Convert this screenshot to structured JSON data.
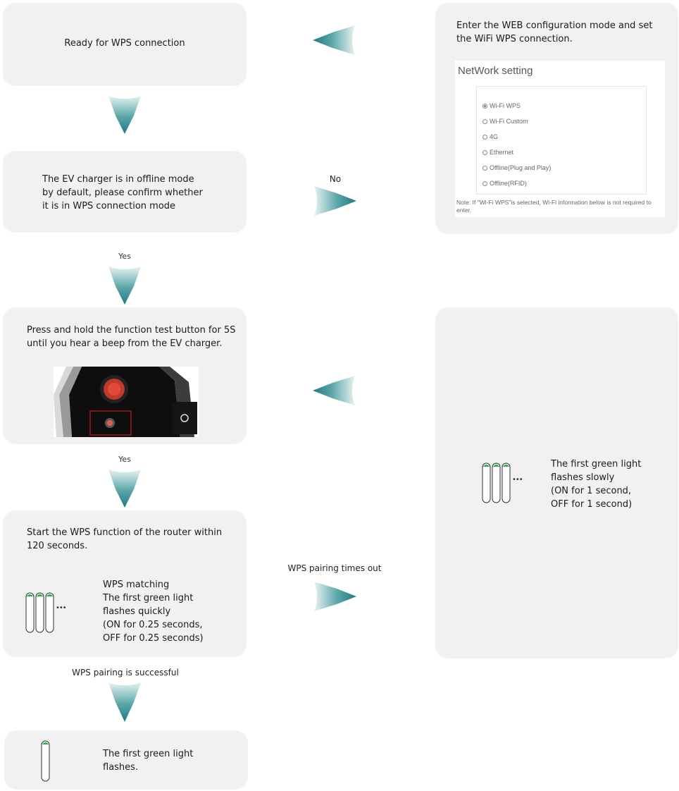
{
  "colors": {
    "box": "#f1f1f1",
    "teal": "#1f7a80",
    "green": "#2bb04a"
  },
  "steps": {
    "ready": "Ready for WPS connection",
    "offline_check": [
      "The EV charger is in offline mode",
      "by default, please confirm whether",
      "it is in WPS connection mode"
    ],
    "press_hold": [
      "Press and hold the function test button for 5S",
      "until you hear a beep from the EV charger."
    ],
    "start_wps": [
      "Start the WPS function of the router within",
      "120 seconds."
    ],
    "wps_matching": [
      "WPS matching",
      "The first green light",
      "flashes quickly",
      "(ON for 0.25 seconds,",
      "OFF for 0.25 seconds)"
    ],
    "flashes": [
      "The first green light",
      "flashes."
    ],
    "web_config": [
      "Enter the WEB configuration mode and set",
      "the WiFi WPS connection."
    ],
    "slow_flash": [
      "The first green light",
      "flashes slowly",
      "(ON for 1 second,",
      "OFF for 1 second)"
    ]
  },
  "labels": {
    "yes1": "Yes",
    "yes2": "Yes",
    "no": "No",
    "success": "WPS pairing is successful",
    "timeout": "WPS pairing times out"
  },
  "network_setting": {
    "title": "NetWork setting",
    "options": [
      "Wi-Fi WPS",
      "Wi-Fi Custom",
      "4G",
      "Ethernet",
      "Offline(Plug and Play)",
      "Offline(RFID)"
    ],
    "selected": "Wi-Fi WPS",
    "note": "Note: If \"Wi-Fi WPS\"is selected, Wi-Fi information below is not required to enter."
  }
}
